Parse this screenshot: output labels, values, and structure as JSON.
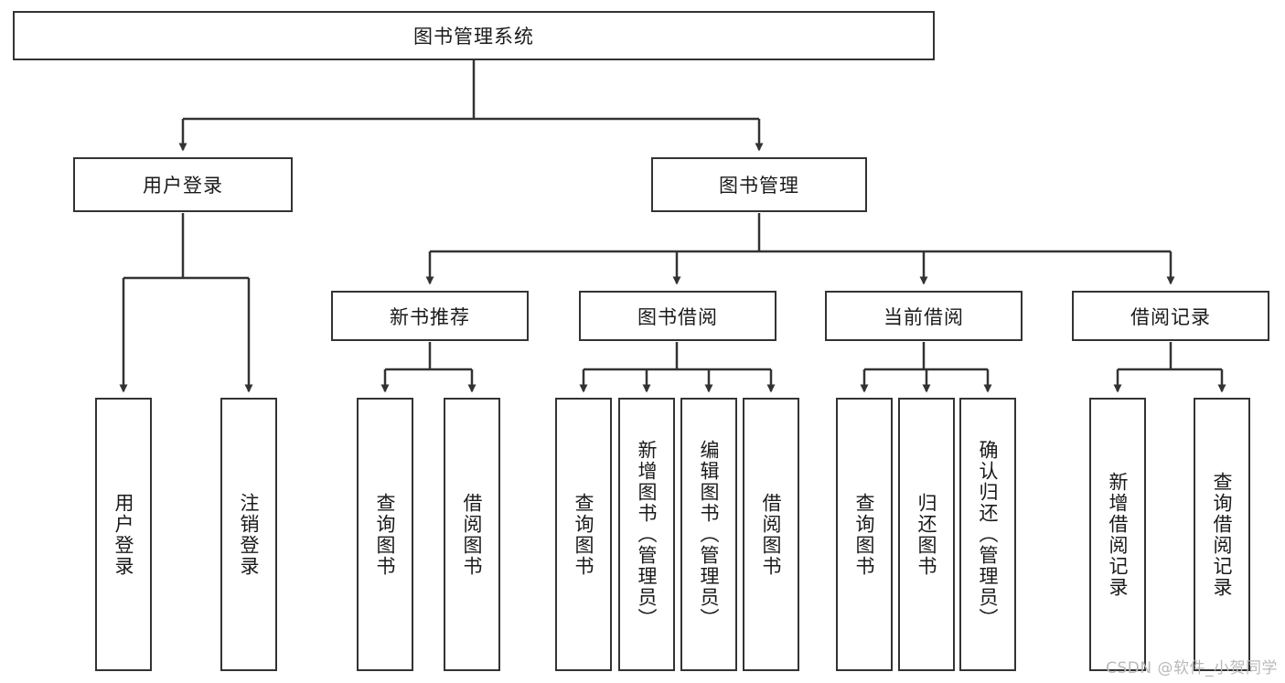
{
  "diagram": {
    "title": "图书管理系统",
    "watermark": "CSDN @软件_小贺同学",
    "colors": {
      "node_border": "#333333",
      "node_fill": "#ffffff",
      "edge": "#333333",
      "text": "#1a1a1a",
      "watermark": "#b9b9b9",
      "background": "#ffffff"
    },
    "type": "tree-hierarchy",
    "root": {
      "label": "图书管理系统"
    },
    "level2": [
      {
        "label": "用户登录"
      },
      {
        "label": "图书管理"
      }
    ],
    "level3": [
      {
        "label": "新书推荐"
      },
      {
        "label": "图书借阅"
      },
      {
        "label": "当前借阅"
      },
      {
        "label": "借阅记录"
      }
    ],
    "leaves": {
      "user_login": [
        {
          "label": "用户登录"
        },
        {
          "label": "注销登录"
        }
      ],
      "new_book_recommend": [
        {
          "label": "查询图书"
        },
        {
          "label": "借阅图书"
        }
      ],
      "book_borrow": [
        {
          "label": "查询图书"
        },
        {
          "label": "新增图书（管理员）"
        },
        {
          "label": "编辑图书（管理员）"
        },
        {
          "label": "借阅图书"
        }
      ],
      "current_borrow": [
        {
          "label": "查询图书"
        },
        {
          "label": "归还图书"
        },
        {
          "label": "确认归还（管理员）"
        }
      ],
      "borrow_record": [
        {
          "label": "新增借阅记录"
        },
        {
          "label": "查询借阅记录"
        }
      ]
    }
  }
}
